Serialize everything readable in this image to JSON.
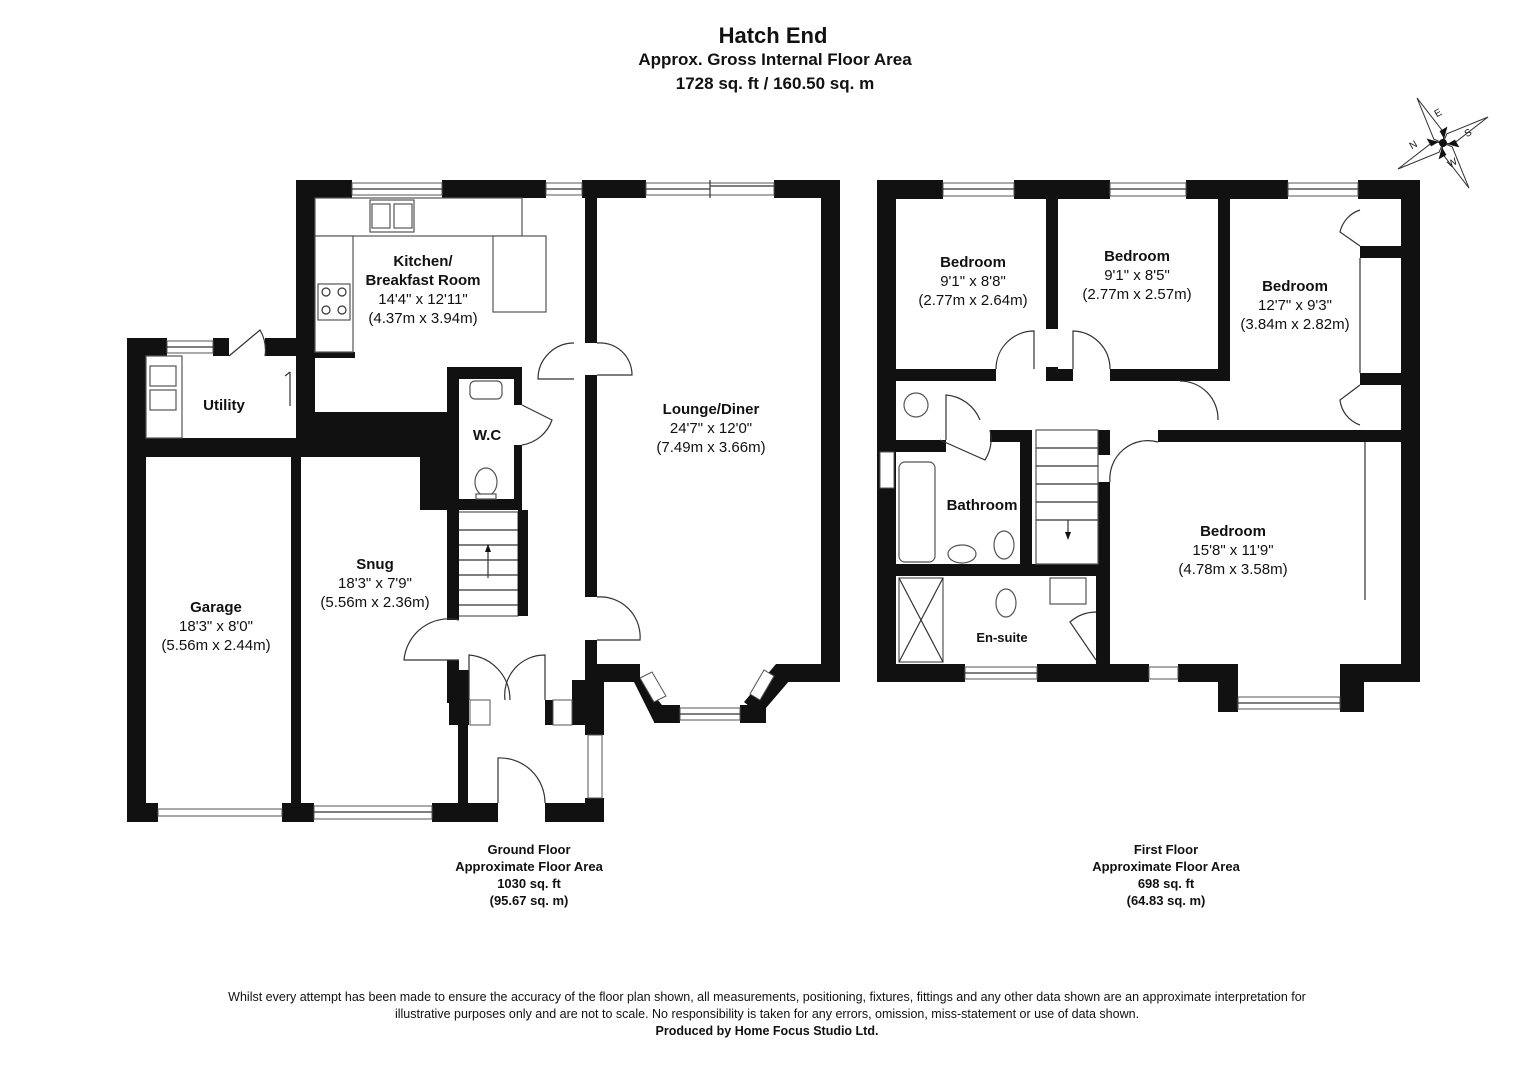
{
  "header": {
    "title": "Hatch End",
    "subtitle": "Approx. Gross Internal Floor Area",
    "total_area": "1728 sq. ft / 160.50 sq. m"
  },
  "compass": {
    "labels": [
      "N",
      "E",
      "S",
      "W"
    ]
  },
  "ground_floor": {
    "rooms": {
      "kitchen": {
        "name": "Kitchen/",
        "name2": "Breakfast Room",
        "dim_imperial": "14'4\" x 12'11\"",
        "dim_metric": "(4.37m x 3.94m)"
      },
      "utility": {
        "name": "Utility"
      },
      "wc": {
        "name": "W.C"
      },
      "lounge": {
        "name": "Lounge/Diner",
        "dim_imperial": "24'7\" x 12'0\"",
        "dim_metric": "(7.49m x 3.66m)"
      },
      "snug": {
        "name": "Snug",
        "dim_imperial": "18'3\" x 7'9\"",
        "dim_metric": "(5.56m x 2.36m)"
      },
      "garage": {
        "name": "Garage",
        "dim_imperial": "18'3\" x 8'0\"",
        "dim_metric": "(5.56m x 2.44m)"
      }
    },
    "label": {
      "line1": "Ground Floor",
      "line2": "Approximate Floor Area",
      "line3": "1030 sq. ft",
      "line4": "(95.67 sq. m)"
    }
  },
  "first_floor": {
    "rooms": {
      "bedroom1": {
        "name": "Bedroom",
        "dim_imperial": "9'1\" x 8'8\"",
        "dim_metric": "(2.77m x 2.64m)"
      },
      "bedroom2": {
        "name": "Bedroom",
        "dim_imperial": "9'1\" x 8'5\"",
        "dim_metric": "(2.77m x 2.57m)"
      },
      "bedroom3": {
        "name": "Bedroom",
        "dim_imperial": "12'7\" x 9'3\"",
        "dim_metric": "(3.84m x 2.82m)"
      },
      "bedroom4": {
        "name": "Bedroom",
        "dim_imperial": "15'8\" x 11'9\"",
        "dim_metric": "(4.78m x 3.58m)"
      },
      "bathroom": {
        "name": "Bathroom"
      },
      "ensuite": {
        "name": "En-suite"
      }
    },
    "label": {
      "line1": "First Floor",
      "line2": "Approximate Floor Area",
      "line3": "698 sq. ft",
      "line4": "(64.83 sq. m)"
    }
  },
  "footer": {
    "line1": "Whilst every attempt has been made to ensure the accuracy of the floor plan shown, all measurements, positioning, fixtures, fittings and any other data shown are an approximate interpretation for",
    "line2": "illustrative purposes only  and are not to scale. No responsibility is taken for any errors, omission, miss-statement or use of data shown.",
    "line3": "Produced by Home Focus Studio Ltd."
  }
}
